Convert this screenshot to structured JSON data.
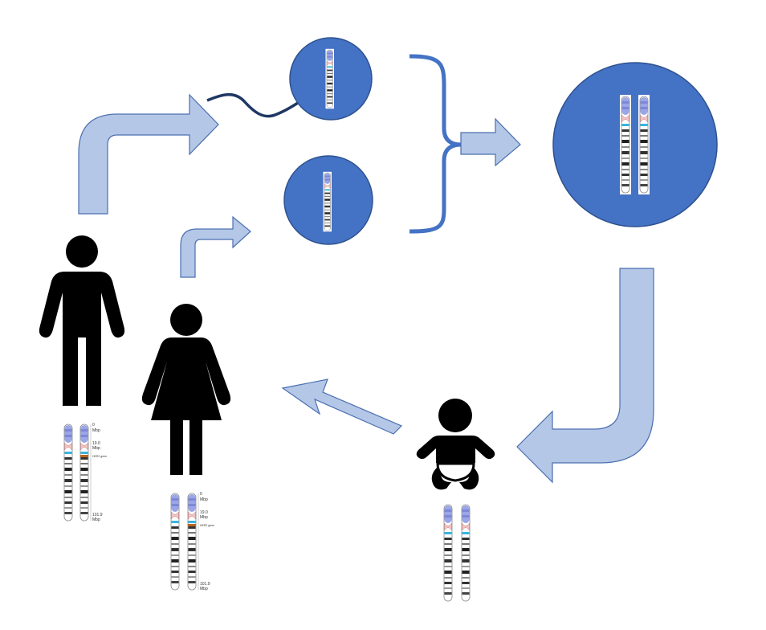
{
  "colors": {
    "cell_fill": "#4472c4",
    "cell_stroke": "#2f528f",
    "arrow_fill": "#b4c7e7",
    "arrow_stroke": "#4a6fb0",
    "person": "#000000",
    "centromere": "#f4c2c2",
    "p_arm": "#9aa6e8",
    "hdr_band": "#36b6e0",
    "gene_band": "#b5651d"
  },
  "icons": {
    "father": "man-figure-icon",
    "mother": "woman-figure-icon",
    "child": "baby-figure-icon",
    "sperm": "sperm-cell-icon",
    "egg": "egg-cell-icon",
    "zygote": "zygote-cell-icon"
  },
  "father_ideogram": {
    "top_label": "0",
    "top_unit": "Mbp",
    "mid_label": "19.0",
    "mid_unit": "Mbp",
    "gene_label": "HER2 gene",
    "bottom_label": "101.9",
    "bottom_unit": "Mbp"
  },
  "mother_ideogram": {
    "top_label": "0",
    "top_unit": "Mbp",
    "mid_label": "19.0",
    "mid_unit": "Mbp",
    "gene_label": "HER2 gene",
    "bottom_label": "101.9",
    "bottom_unit": "Mbp"
  }
}
